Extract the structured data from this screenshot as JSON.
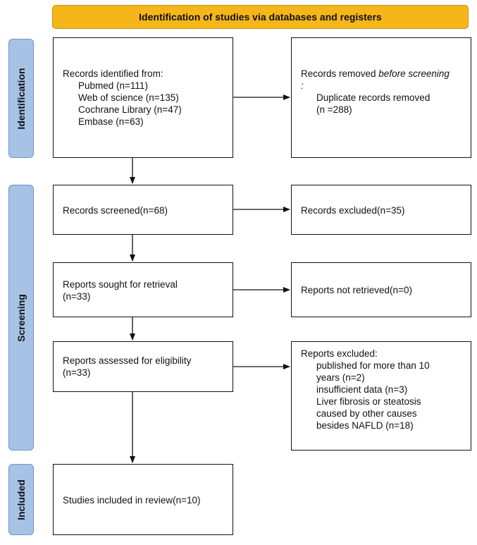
{
  "header": {
    "title": "Identification of studies via databases and registers"
  },
  "phases": {
    "identification": "Identification",
    "screening": "Screening",
    "included": "Included"
  },
  "identified": {
    "heading": "Records identified from:",
    "sources": [
      "Pubmed (n=111)",
      "Web of science (n=135)",
      "Cochrane Library (n=47)",
      "Embase (n=63)"
    ]
  },
  "removed": {
    "heading_part1": "Records removed ",
    "heading_emph": "before screening",
    "heading_colon": ":",
    "detail": "Duplicate records removed",
    "count": "(n =288)"
  },
  "screened": {
    "text": "Records screened(n=68)"
  },
  "excluded": {
    "text": "Records excluded(n=35)"
  },
  "sought": {
    "line1": "Reports sought for retrieval",
    "line2": "(n=33)"
  },
  "not_retrieved": {
    "text": "Reports not retrieved(n=0)"
  },
  "assessed": {
    "line1": "Reports assessed for eligibility",
    "line2": "(n=33)"
  },
  "reports_excluded": {
    "heading": "Reports excluded:",
    "reasons": [
      "published for more than 10",
      "years (n=2)",
      "insufficient data (n=3)",
      "Liver fibrosis or steatosis",
      "caused by other causes",
      "besides NAFLD  (n=18)"
    ]
  },
  "included_box": {
    "text": "Studies included in review(n=10)"
  }
}
